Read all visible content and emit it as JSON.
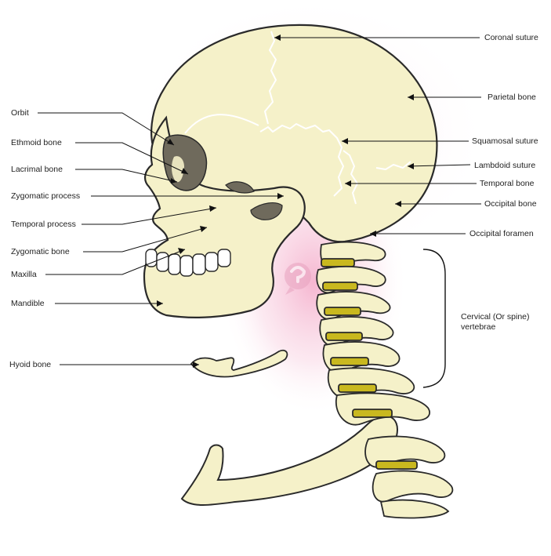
{
  "colors": {
    "bone": "#f5f1c9",
    "bone_shade": "#ddd9a6",
    "bone_outline": "#2a2a2a",
    "suture": "#ffffff",
    "cavity": "#6f6a5c",
    "disc": "#c9b81f",
    "glow": "#f6c4d8",
    "leader": "#111111"
  },
  "labels": {
    "left": {
      "orbit": "Orbit",
      "ethmoid_bone": "Ethmoid bone",
      "lacrimal_bone": "Lacrimal bone",
      "zygomatic_process": "Zygomatic process",
      "temporal_process": "Temporal process",
      "zygomatic_bone": "Zygomatic bone",
      "maxilla": "Maxilla",
      "mandible": "Mandible",
      "hyoid_bone": "Hyoid bone"
    },
    "right": {
      "coronal_suture": "Coronal suture",
      "parietal_bone": "Parietal bone",
      "squamosal_suture": "Squamosal suture",
      "lambdoid_suture": "Lambdoid suture",
      "temporal_bone": "Temporal bone",
      "occipital_bone": "Occipital bone",
      "occipital_foramen": "Occipital foramen",
      "cervical_line1": "Cervical (Or spine)",
      "cervical_line2": "vertebrae"
    }
  }
}
